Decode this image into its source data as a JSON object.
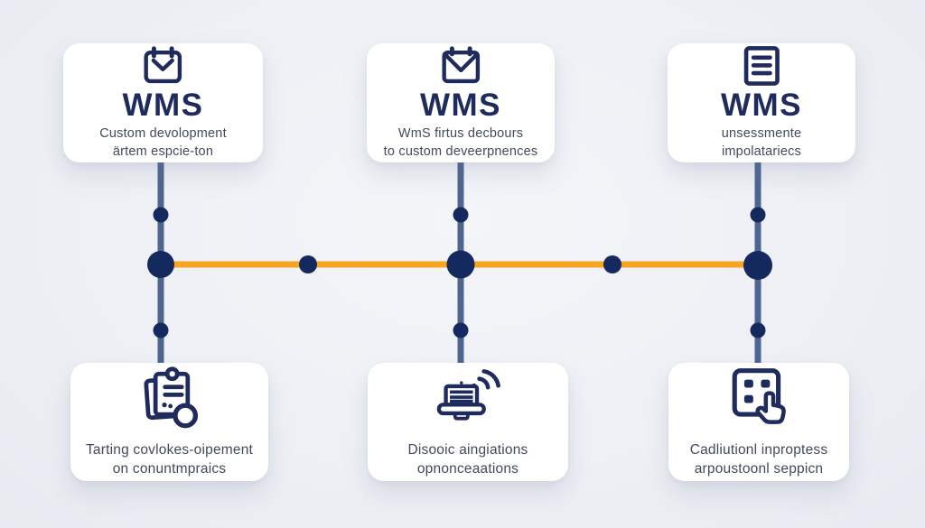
{
  "diagram_title": "WMS process diagram",
  "colors": {
    "background": "#eef0f5",
    "card": "#ffffff",
    "navy_icon_text": "#1e2b5c",
    "subtitle_text": "#434a5e",
    "vertical_connector": "#4e6590",
    "horizontal_connector": "#f7a41f",
    "node_dot": "#142a5e"
  },
  "top_cards": [
    {
      "title": "WMS",
      "subtitle_line1": "Custom devolopment",
      "subtitle_line2": "ärtem espcie-ton",
      "icon": "calendar-envelope-icon"
    },
    {
      "title": "WMS",
      "subtitle_line1": "WmS firtus decbours",
      "subtitle_line2": "to custom deveerpnences",
      "icon": "envelope-icon"
    },
    {
      "title": "WMS",
      "subtitle_line1": "unsessmente",
      "subtitle_line2": "impolatariecs",
      "icon": "document-lines-icon"
    }
  ],
  "bottom_cards": [
    {
      "line1": "Tarting covlokes-oipement",
      "line2": "on conuntmpraics",
      "icon": "clipboard-search-icon"
    },
    {
      "line1": "Disooic aingiations",
      "line2": "opnonceaations",
      "icon": "laptop-wifi-icon"
    },
    {
      "line1": "Cadliutionl inproptess",
      "line2": "arpoustoonl seppicn",
      "icon": "keypad-pointer-icon"
    }
  ]
}
